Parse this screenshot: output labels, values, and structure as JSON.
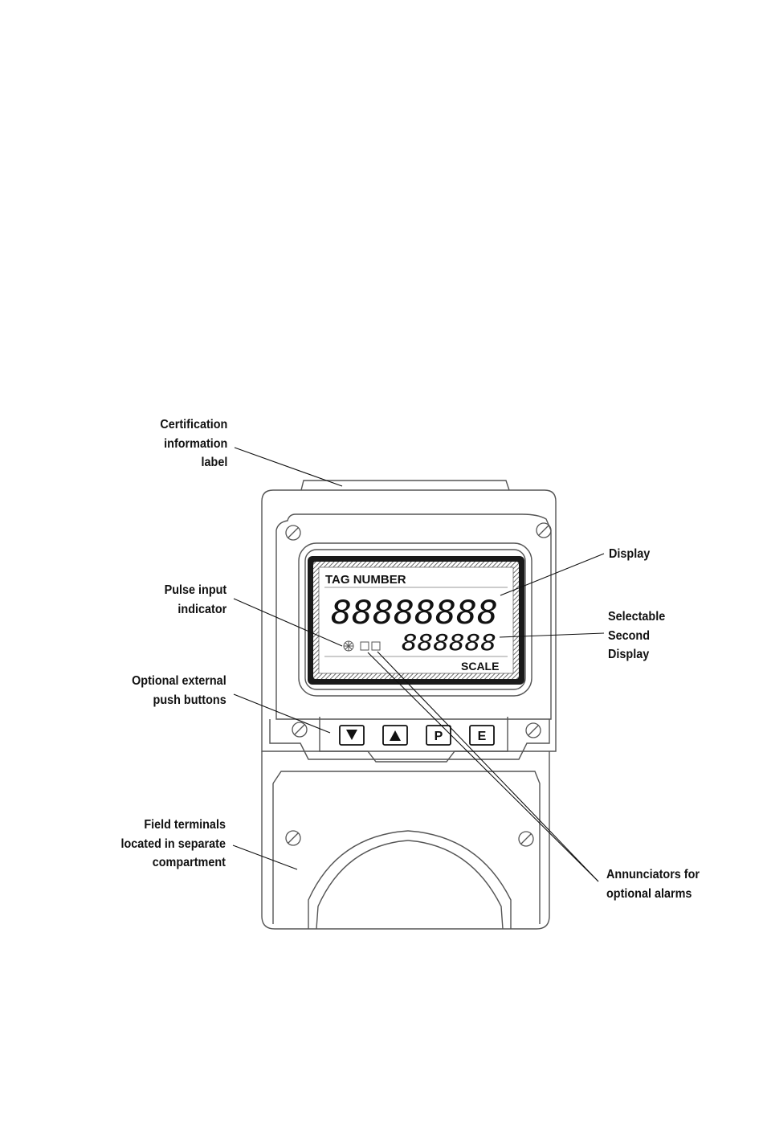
{
  "callouts": {
    "certification_label": [
      "Certification",
      "information",
      "label"
    ],
    "pulse_input_indicator": [
      "Pulse input",
      "indicator"
    ],
    "optional_push_buttons": [
      "Optional external",
      "push buttons"
    ],
    "field_terminals": [
      "Field terminals",
      "located in separate",
      "compartment"
    ],
    "display": [
      "Display"
    ],
    "selectable_second_display": [
      "Selectable",
      "Second",
      "Display"
    ],
    "annunciators": [
      "Annunciators for",
      "optional alarms"
    ]
  },
  "lcd": {
    "tag_label": "TAG NUMBER",
    "main_digits": "88888888",
    "second_digits": "888888",
    "scale_label": "SCALE"
  },
  "buttons": {
    "down_icon": "down-triangle",
    "up_icon": "up-triangle",
    "p_label": "P",
    "e_label": "E"
  },
  "colors": {
    "ink": "#111111",
    "bezel": "#222222",
    "housing": "#555555"
  }
}
